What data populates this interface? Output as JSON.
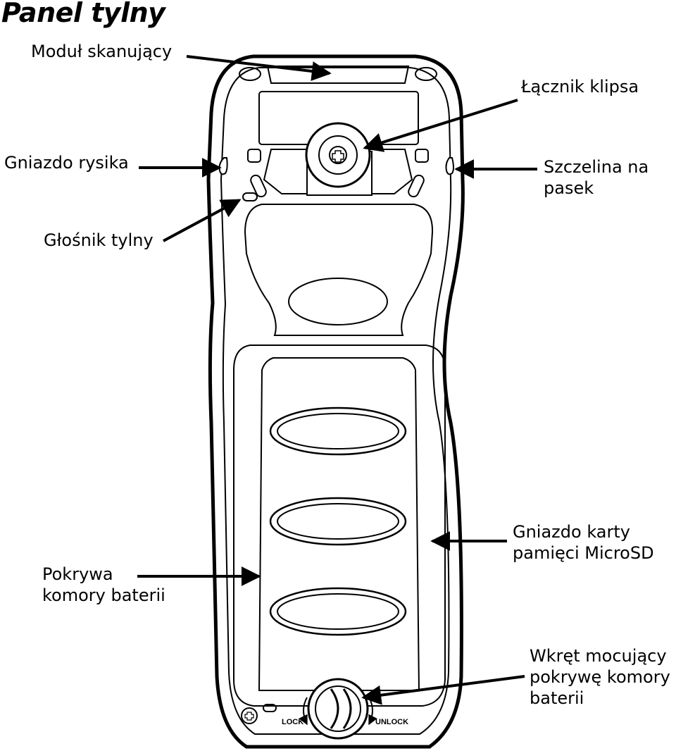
{
  "title": "Panel tylny",
  "labels": {
    "scanner_module": "Moduł skanujący",
    "clip_connector": "Łącznik klipsa",
    "stylus_socket": "Gniazdo rysika",
    "strap_slot": [
      "Szczelina na",
      "pasek"
    ],
    "rear_speaker": "Głośnik tylny",
    "microsd_slot": [
      "Gniazdo karty",
      "pamięci MicroSD"
    ],
    "battery_cover": [
      "Pokrywa",
      "komory baterii"
    ],
    "battery_screw": [
      "Wkręt mocujący",
      "pokrywę komory",
      "baterii"
    ]
  },
  "device_text": {
    "lock": "LOCK",
    "unlock": "UNLOCK"
  },
  "colors": {
    "ink": "#000000",
    "fill": "#ffffff"
  }
}
